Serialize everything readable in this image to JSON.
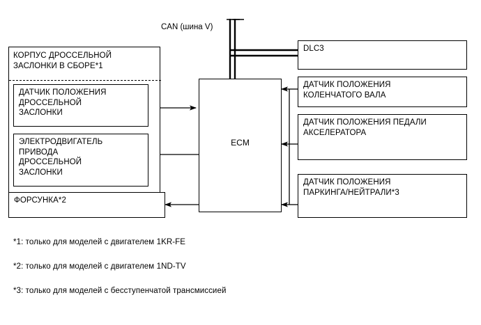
{
  "diagram": {
    "title": "ECM system block diagram",
    "can_bus_label": "CAN (шина V)",
    "ecm_label": "ECM",
    "left_group": {
      "header": "КОРПУС ДРОССЕЛЬНОЙ\nЗАСЛОНКИ В СБОРЕ*1",
      "children": [
        {
          "label": "ДАТЧИК ПОЛОЖЕНИЯ\nДРОССЕЛЬНОЙ\nЗАСЛОНКИ"
        },
        {
          "label": "ЭЛЕКТРОДВИГАТЕЛЬ\nПРИВОДА\nДРОССЕЛЬНОЙ\nЗАСЛОНКИ"
        }
      ]
    },
    "left_boxes": [
      {
        "label": "ФОРСУНКА*2"
      }
    ],
    "right_boxes": [
      {
        "label": "DLC3"
      },
      {
        "label": "ДАТЧИК ПОЛОЖЕНИЯ\nКОЛЕНЧАТОГО ВАЛА"
      },
      {
        "label": "ДАТЧИК ПОЛОЖЕНИЯ ПЕДАЛИ\nАКСЕЛЕРАТОРА"
      },
      {
        "label": "ДАТЧИК ПОЛОЖЕНИЯ\nПАРКИНГА/НЕЙТРАЛИ*3"
      }
    ],
    "footnotes": [
      "*1: только для моделей с двигателем 1KR-FE",
      "*2: только для моделей с двигателем 1ND-TV",
      "*3: только для моделей с бесступенчатой трансмиссией"
    ],
    "colors": {
      "line": "#000000",
      "background": "#ffffff"
    }
  }
}
